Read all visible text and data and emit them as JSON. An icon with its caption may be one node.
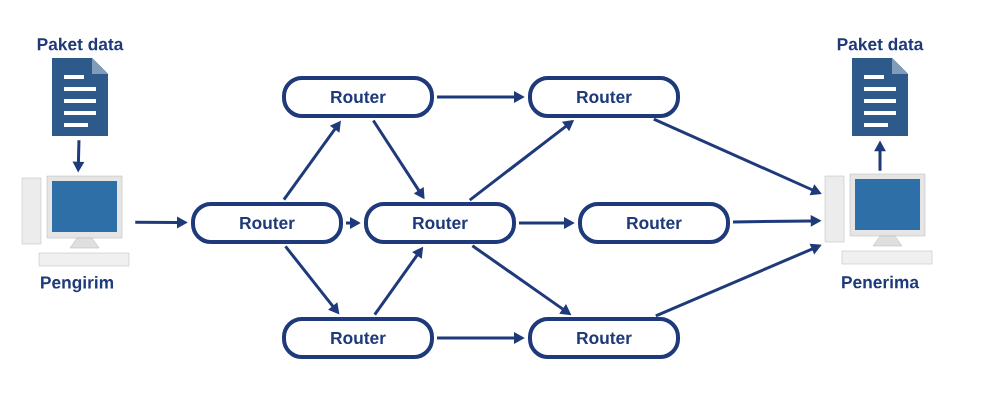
{
  "diagram": {
    "nodes": [
      {
        "text": [
          "Paket data"
        ]
      },
      {
        "text": [
          "Pengirim"
        ]
      },
      {
        "text": [
          "Router"
        ]
      },
      {
        "text": [
          "Router"
        ]
      },
      {
        "text": [
          "Router"
        ]
      },
      {
        "text": [
          "Router"
        ]
      },
      {
        "text": [
          "Router"
        ]
      },
      {
        "text": [
          "Router"
        ]
      },
      {
        "text": [
          "Router"
        ]
      },
      {
        "text": [
          "Penerima"
        ]
      },
      {
        "text": [
          "Paket data"
        ]
      }
    ],
    "edges": [
      {
        "from": 0,
        "to": 1,
        "arrow": "to"
      },
      {
        "from": 1,
        "to": 2,
        "arrow": "to"
      },
      {
        "from": 2,
        "to": 3,
        "arrow": "to"
      },
      {
        "from": 2,
        "to": 5,
        "arrow": "to"
      },
      {
        "from": 2,
        "to": 4,
        "arrow": "to"
      },
      {
        "from": 3,
        "to": 6,
        "arrow": "to"
      },
      {
        "from": 3,
        "to": 5,
        "arrow": "to"
      },
      {
        "from": 4,
        "to": 5,
        "arrow": "to"
      },
      {
        "from": 4,
        "to": 8,
        "arrow": "to"
      },
      {
        "from": 5,
        "to": 6,
        "arrow": "to"
      },
      {
        "from": 5,
        "to": 7,
        "arrow": "to"
      },
      {
        "from": 5,
        "to": 8,
        "arrow": "to"
      },
      {
        "from": 6,
        "to": 9,
        "arrow": "to"
      },
      {
        "from": 7,
        "to": 9,
        "arrow": "to"
      },
      {
        "from": 8,
        "to": 9,
        "arrow": "to"
      },
      {
        "from": 9,
        "to": 10,
        "arrow": "to"
      }
    ]
  }
}
